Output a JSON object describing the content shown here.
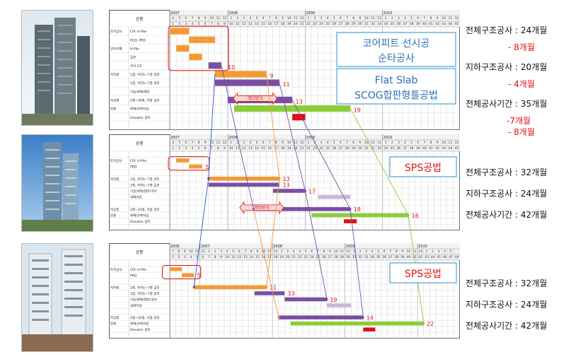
{
  "colors": {
    "orange": "#f39a33",
    "purple": "#7a4fa3",
    "green": "#8ccc3a",
    "red": "#e01010",
    "light_purple": "#c9b5da",
    "blue": "#2a55d6",
    "red_text": "#e01010"
  },
  "charts": [
    {
      "header_work": "공종",
      "years": [
        {
          "label": "2007",
          "start": 0
        },
        {
          "label": "2008",
          "start": 9
        },
        {
          "label": "2009",
          "start": 21
        },
        {
          "label": "2010",
          "start": 33
        }
      ],
      "month_nums": [
        "4",
        "5",
        "6",
        "7",
        "8",
        "9",
        "10",
        "11",
        "12",
        "1",
        "2",
        "3",
        "4",
        "5",
        "6",
        "7",
        "8",
        "9",
        "10",
        "11",
        "12",
        "1",
        "2",
        "3",
        "4",
        "5",
        "6",
        "7",
        "8",
        "9",
        "10",
        "11",
        "12",
        "1",
        "2",
        "3",
        "4",
        "5",
        "6",
        "7",
        "8",
        "9",
        "10",
        "11",
        "12"
      ],
      "seq_nums": [
        "1",
        "2",
        "3",
        "4",
        "5",
        "6",
        "7",
        "8",
        "9",
        "10",
        "11",
        "12",
        "13",
        "14",
        "15",
        "16",
        "17",
        "18",
        "19",
        "20",
        "21",
        "22",
        "23",
        "24",
        "25",
        "26",
        "27",
        "28",
        "29",
        "30",
        "31",
        "32",
        "33",
        "34",
        "35",
        "36",
        "37",
        "38",
        "39",
        "40",
        "41",
        "42",
        "43",
        "44",
        "45"
      ],
      "row_count": 12,
      "groups": [
        {
          "label": "토목공사",
          "row": 0
        },
        {
          "label": "코어선행",
          "row": 2
        },
        {
          "label": "지하층",
          "row": 5
        },
        {
          "label": "지상층",
          "row": 8
        },
        {
          "label": "전층",
          "row": 9
        }
      ],
      "items": [
        {
          "label": "CIP, H-Pile",
          "row": 0
        },
        {
          "label": "RCD, PRD",
          "row": 1
        },
        {
          "label": "H-Pile",
          "row": 2
        },
        {
          "label": "골조",
          "row": 3
        },
        {
          "label": "코어구조",
          "row": 4
        },
        {
          "label": "1층, 지하1~7층 골조",
          "row": 5
        },
        {
          "label": "1층, 지하1~7층 골조",
          "row": 6
        },
        {
          "label": "기둥/외벽/램프",
          "row": 7
        },
        {
          "label": "2층~30층, 옥탑 골조",
          "row": 8
        },
        {
          "label": "외벽/건축마감",
          "row": 9
        },
        {
          "label": "Elevator 설치",
          "row": 10
        }
      ],
      "bars": [
        {
          "row": 0,
          "start": 0,
          "end": 3,
          "color": "orange"
        },
        {
          "row": 1,
          "start": 3,
          "end": 7,
          "color": "orange"
        },
        {
          "row": 2,
          "start": 1,
          "end": 3,
          "color": "orange"
        },
        {
          "row": 3,
          "start": 3,
          "end": 5,
          "color": "orange"
        },
        {
          "row": 4,
          "start": 6,
          "end": 8,
          "color": "purple"
        },
        {
          "row": 5,
          "start": 7,
          "end": 15,
          "color": "orange"
        },
        {
          "row": 6,
          "start": 7,
          "end": 17,
          "color": "purple"
        },
        {
          "row": 8,
          "start": 9,
          "end": 19,
          "color": "purple"
        },
        {
          "row": 9,
          "start": 10,
          "end": 28,
          "color": "green"
        },
        {
          "row": 10,
          "start": 19,
          "end": 21,
          "color": "red"
        }
      ],
      "tags": [
        {
          "text": "10",
          "row": 4,
          "col": 9
        },
        {
          "text": "9",
          "row": 5,
          "col": 15.5
        },
        {
          "text": "11",
          "row": 6,
          "col": 17.5
        },
        {
          "text": "13",
          "row": 8,
          "col": 19.5
        },
        {
          "text": "19",
          "row": 9,
          "col": 28.5
        }
      ],
      "red_boxes": [
        {
          "row_start": 0,
          "row_end": 5,
          "col_start": 0,
          "col_end": 9
        }
      ],
      "callouts": [
        {
          "text": "역타방식",
          "row": 8,
          "col": 10.5
        }
      ]
    },
    {
      "header_work": "공종",
      "years": [
        {
          "label": "2007",
          "start": 0
        },
        {
          "label": "2008",
          "start": 9
        },
        {
          "label": "2009",
          "start": 21
        },
        {
          "label": "2010",
          "start": 33
        }
      ],
      "month_nums": [
        "4",
        "5",
        "6",
        "7",
        "8",
        "9",
        "10",
        "11",
        "12",
        "1",
        "2",
        "3",
        "4",
        "5",
        "6",
        "7",
        "8",
        "9",
        "10",
        "11",
        "12",
        "1",
        "2",
        "3",
        "4",
        "5",
        "6",
        "7",
        "8",
        "9",
        "10",
        "11",
        "12",
        "1",
        "2",
        "3",
        "4",
        "5",
        "6",
        "7",
        "8",
        "9",
        "10",
        "11",
        "12"
      ],
      "seq_nums": [
        "1",
        "2",
        "3",
        "4",
        "5",
        "6",
        "7",
        "8",
        "9",
        "10",
        "11",
        "12",
        "13",
        "14",
        "15",
        "16",
        "17",
        "18",
        "19",
        "20",
        "21",
        "22",
        "23",
        "24",
        "25",
        "26",
        "27",
        "28",
        "29",
        "30",
        "31",
        "32",
        "33",
        "34",
        "35",
        "36",
        "37",
        "38",
        "39",
        "40",
        "41",
        "42",
        "43",
        "44",
        "45"
      ],
      "row_count": 13,
      "groups": [
        {
          "label": "토목공사",
          "row": 1
        },
        {
          "label": "지하층",
          "row": 4
        },
        {
          "label": "지상층",
          "row": 9
        },
        {
          "label": "전층",
          "row": 10
        }
      ],
      "items": [
        {
          "label": "CIP, H-Pile",
          "row": 1
        },
        {
          "label": "PRD",
          "row": 2
        },
        {
          "label": "1층, 지하1~7층 골조",
          "row": 4
        },
        {
          "label": "1층, 지하1~7층 골조",
          "row": 5
        },
        {
          "label": "기둥/외벽/램프/코어",
          "row": 6
        },
        {
          "label": "내외마감",
          "row": 7
        },
        {
          "label": "2층~33층, 옥탑 골조",
          "row": 9
        },
        {
          "label": "외벽/건축마감",
          "row": 10
        },
        {
          "label": "Elevator 설치",
          "row": 11
        }
      ],
      "bars": [
        {
          "row": 1,
          "start": 1,
          "end": 3,
          "color": "orange"
        },
        {
          "row": 2,
          "start": 3,
          "end": 5,
          "color": "orange"
        },
        {
          "row": 4,
          "start": 6,
          "end": 17,
          "color": "orange"
        },
        {
          "row": 5,
          "start": 6,
          "end": 17,
          "color": "purple"
        },
        {
          "row": 6,
          "start": 16,
          "end": 21,
          "color": "purple"
        },
        {
          "row": 7,
          "start": 23,
          "end": 28,
          "color": "light_purple"
        },
        {
          "row": 9,
          "start": 13,
          "end": 28,
          "color": "purple"
        },
        {
          "row": 10,
          "start": 22,
          "end": 37,
          "color": "green"
        },
        {
          "row": 11,
          "start": 27,
          "end": 29,
          "color": "red"
        }
      ],
      "tags": [
        {
          "text": "5",
          "row": 2,
          "col": 5.5
        },
        {
          "text": "13",
          "row": 4,
          "col": 17.5
        },
        {
          "text": "13",
          "row": 5,
          "col": 17.5
        },
        {
          "text": "17",
          "row": 6,
          "col": 21.5
        },
        {
          "text": "18",
          "row": 9,
          "col": 28.5
        },
        {
          "text": "16",
          "row": 10,
          "col": 37.5
        }
      ],
      "red_boxes": [
        {
          "row_start": 1,
          "row_end": 3,
          "col_start": 0,
          "col_end": 6
        }
      ],
      "callouts": [
        {
          "text": "역타방식",
          "row": 9,
          "col": 11.5
        }
      ]
    },
    {
      "header_work": "공종",
      "years": [
        {
          "label": "2006",
          "start": 0
        },
        {
          "label": "2007",
          "start": 5
        },
        {
          "label": "2008",
          "start": 17
        },
        {
          "label": "2009",
          "start": 29
        },
        {
          "label": "2010",
          "start": 41
        }
      ],
      "month_nums": [
        "7",
        "8",
        "9",
        "10",
        "11",
        "12",
        "1",
        "2",
        "3",
        "4",
        "5",
        "6",
        "7",
        "8",
        "9",
        "10",
        "11",
        "12",
        "1",
        "2",
        "3",
        "4",
        "5",
        "6",
        "7",
        "8",
        "9",
        "10",
        "11",
        "12",
        "1",
        "2",
        "3",
        "4",
        "5",
        "6",
        "7",
        "8",
        "9",
        "10",
        "11",
        "12",
        "1",
        "2",
        "3",
        "4",
        "5"
      ],
      "seq_nums": [
        "1",
        "2",
        "3",
        "4",
        "5",
        "6",
        "7",
        "8",
        "9",
        "10",
        "11",
        "12",
        "13",
        "14",
        "15",
        "16",
        "17",
        "18",
        "19",
        "20",
        "21",
        "22",
        "23",
        "24",
        "25",
        "26",
        "27",
        "28",
        "29",
        "30",
        "31",
        "32",
        "33",
        "34",
        "35",
        "36",
        "37",
        "38",
        "39",
        "40",
        "41",
        "42",
        "43",
        "44",
        "45",
        "46",
        "47",
        "48"
      ],
      "row_count": 13,
      "groups": [
        {
          "label": "토목공사",
          "row": 1
        },
        {
          "label": "지하층",
          "row": 4
        },
        {
          "label": "지상층",
          "row": 9
        },
        {
          "label": "전층",
          "row": 10
        }
      ],
      "items": [
        {
          "label": "CIP, H-Pile",
          "row": 1
        },
        {
          "label": "PRD",
          "row": 2
        },
        {
          "label": "1층, 지하1~7층 골조",
          "row": 4
        },
        {
          "label": "1층, 지하1~7층 골조",
          "row": 5
        },
        {
          "label": "기둥/외벽/램프/코어",
          "row": 6
        },
        {
          "label": "내외마감",
          "row": 7
        },
        {
          "label": "2층~32층, 옥탑 골조",
          "row": 9
        },
        {
          "label": "외벽/건축마감",
          "row": 10
        },
        {
          "label": "Elevator 설치",
          "row": 11
        }
      ],
      "bars": [
        {
          "row": 1,
          "start": 0,
          "end": 2,
          "color": "orange"
        },
        {
          "row": 2,
          "start": 2,
          "end": 4,
          "color": "orange"
        },
        {
          "row": 4,
          "start": 4,
          "end": 16,
          "color": "orange"
        },
        {
          "row": 5,
          "start": 14,
          "end": 19,
          "color": "purple"
        },
        {
          "row": 6,
          "start": 19,
          "end": 26,
          "color": "purple"
        },
        {
          "row": 7,
          "start": 26,
          "end": 30,
          "color": "light_purple"
        },
        {
          "row": 9,
          "start": 18,
          "end": 32,
          "color": "purple"
        },
        {
          "row": 10,
          "start": 20,
          "end": 42,
          "color": "green"
        },
        {
          "row": 11,
          "start": 32,
          "end": 34,
          "color": "red"
        }
      ],
      "tags": [
        {
          "text": "5",
          "row": 2,
          "col": 4.5
        },
        {
          "text": "11",
          "row": 4,
          "col": 16.5
        },
        {
          "text": "13",
          "row": 5,
          "col": 19.5
        },
        {
          "text": "19",
          "row": 6,
          "col": 26.5
        },
        {
          "text": "14",
          "row": 9,
          "col": 32.5
        },
        {
          "text": "22",
          "row": 10,
          "col": 42.5
        }
      ],
      "red_boxes": [
        {
          "row_start": 1,
          "row_end": 3,
          "col_start": -1,
          "col_end": 5
        }
      ],
      "callouts": []
    }
  ],
  "notes": [
    {
      "line1": "코어피트 선시공",
      "line2": "순타공사"
    },
    {
      "line1": "Flat Slab",
      "line2": "SCOG합판형틀공법"
    },
    {
      "line1": "SPS공법",
      "line2": ""
    },
    {
      "line1": "SPS공법",
      "line2": ""
    }
  ],
  "stats": [
    {
      "text": "전체구조공사 : 24개월",
      "color": "black"
    },
    {
      "text": "- 8개월",
      "color": "red"
    },
    {
      "text": "지하구조공사 : 20개월",
      "color": "black"
    },
    {
      "text": "- 4개월",
      "color": "red"
    },
    {
      "text": "전체공사기간 : 35개월",
      "color": "black"
    },
    {
      "text": "-7개월",
      "color": "red"
    },
    {
      "text": "- 8개월",
      "color": "red"
    },
    {
      "text": "전체구조공사 : 32개월",
      "color": "black"
    },
    {
      "text": "지하구조공사 : 24개월",
      "color": "black"
    },
    {
      "text": "전체공사기간 : 42개월",
      "color": "black"
    },
    {
      "text": "전체구조공사 : 32개월",
      "color": "black"
    },
    {
      "text": "지하구조공사 : 24개월",
      "color": "black"
    },
    {
      "text": "전체공사기간 : 42개월",
      "color": "black"
    }
  ]
}
